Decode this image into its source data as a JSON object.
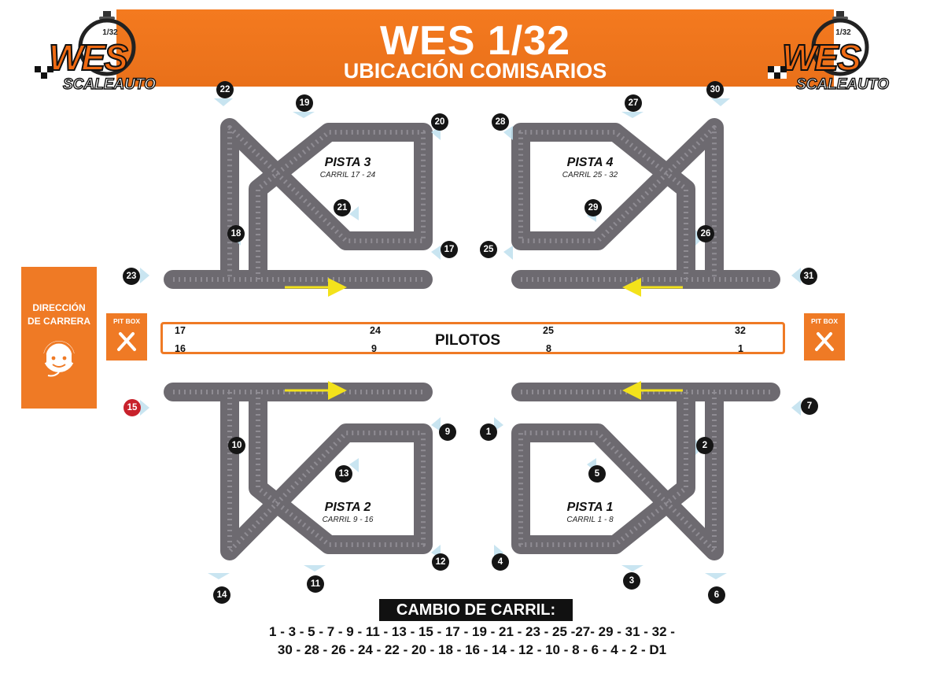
{
  "header": {
    "title": "WES 1/32",
    "subtitle": "UBICACIÓN COMISARIOS"
  },
  "logo": {
    "scale": "1/32",
    "word": "WES",
    "tagline": "SCALEAUTO"
  },
  "race_direction": {
    "line1": "DIRECCIÓN",
    "line2": "DE CARRERA"
  },
  "pit_box": {
    "label": "PIT BOX"
  },
  "pilots": {
    "label": "PILOTOS",
    "left_top": [
      "17",
      "24"
    ],
    "left_bottom": [
      "16",
      "9"
    ],
    "right_top": [
      "25",
      "32"
    ],
    "right_bottom": [
      "8",
      "1"
    ]
  },
  "tracks": [
    {
      "name": "PISTA 3",
      "lanes": "CARRIL 17 - 24"
    },
    {
      "name": "PISTA 4",
      "lanes": "CARRIL 25 - 32"
    },
    {
      "name": "PISTA 2",
      "lanes": "CARRIL 9 - 16"
    },
    {
      "name": "PISTA 1",
      "lanes": "CARRIL 1 - 8"
    }
  ],
  "marshals": [
    {
      "id": "22"
    },
    {
      "id": "19"
    },
    {
      "id": "20"
    },
    {
      "id": "21"
    },
    {
      "id": "18"
    },
    {
      "id": "17"
    },
    {
      "id": "23"
    },
    {
      "id": "28"
    },
    {
      "id": "27"
    },
    {
      "id": "30"
    },
    {
      "id": "29"
    },
    {
      "id": "26"
    },
    {
      "id": "25"
    },
    {
      "id": "31"
    },
    {
      "id": "15"
    },
    {
      "id": "10"
    },
    {
      "id": "9"
    },
    {
      "id": "13"
    },
    {
      "id": "12"
    },
    {
      "id": "11"
    },
    {
      "id": "14"
    },
    {
      "id": "7"
    },
    {
      "id": "1"
    },
    {
      "id": "2"
    },
    {
      "id": "5"
    },
    {
      "id": "4"
    },
    {
      "id": "3"
    },
    {
      "id": "6"
    }
  ],
  "lane_change": {
    "title": "CAMBIO DE CARRIL:",
    "line1": "1 - 3 - 5 - 7 - 9 - 11 - 13 - 15 - 17 - 19 - 21 - 23 - 25 -27- 29 - 31 - 32 -",
    "line2": "30 - 28 - 26 - 24 - 22 - 20 - 18 - 16 - 14 - 12 - 10 - 8 - 6 - 4 - 2 - D1"
  },
  "colors": {
    "accent": "#ef7a25",
    "track": "#6d6a70",
    "marshal": "#151515",
    "highlight": "#c8212b",
    "arrow": "#f3e21b"
  }
}
